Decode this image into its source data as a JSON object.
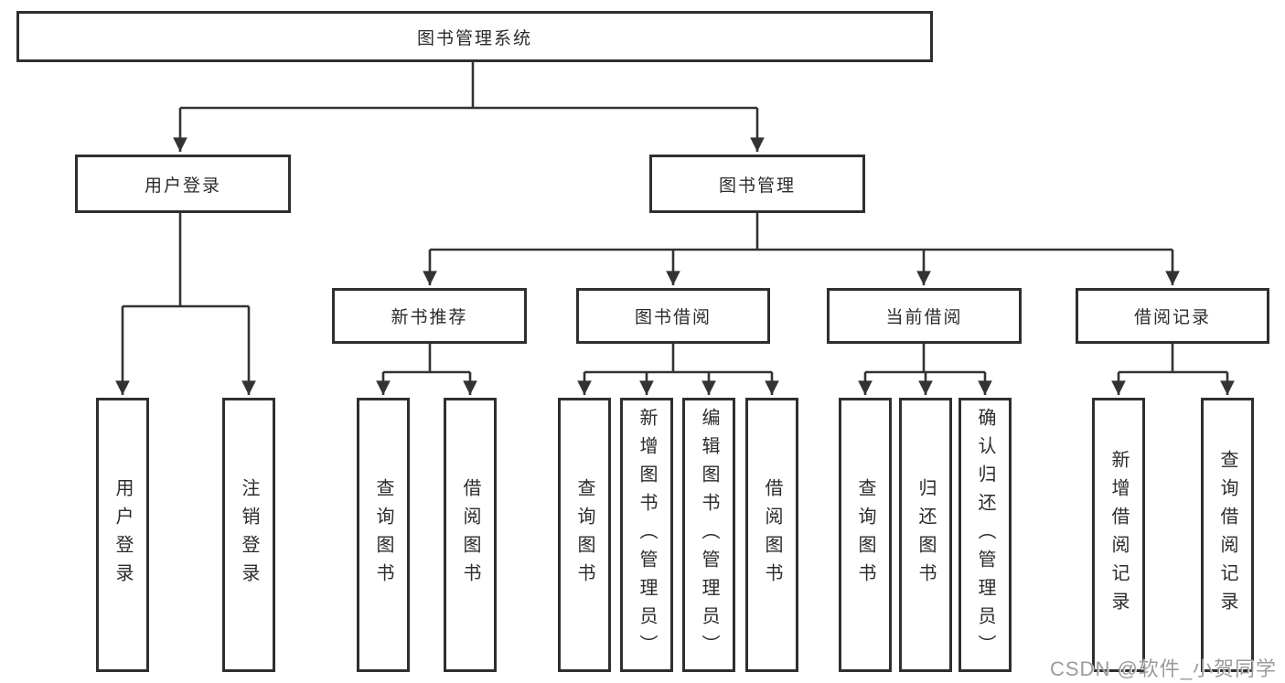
{
  "diagram": {
    "type": "tree",
    "root": {
      "label": "图书管理系统"
    },
    "branches": [
      {
        "label": "用户登录",
        "children": [
          {
            "label": "用户登录"
          },
          {
            "label": "注销登录"
          }
        ]
      },
      {
        "label": "图书管理",
        "children": [
          {
            "label": "新书推荐",
            "children": [
              {
                "label": "查询图书"
              },
              {
                "label": "借阅图书"
              }
            ]
          },
          {
            "label": "图书借阅",
            "children": [
              {
                "label": "查询图书"
              },
              {
                "label": "新增图书（管理员）"
              },
              {
                "label": "编辑图书（管理员）"
              },
              {
                "label": "借阅图书"
              }
            ]
          },
          {
            "label": "当前借阅",
            "children": [
              {
                "label": "查询图书"
              },
              {
                "label": "归还图书"
              },
              {
                "label": "确认归还（管理员）"
              }
            ]
          },
          {
            "label": "借阅记录",
            "children": [
              {
                "label": "新增借阅记录"
              },
              {
                "label": "查询借阅记录"
              }
            ]
          }
        ]
      }
    ]
  },
  "watermark": {
    "text": "CSDN @软件_小贺同学"
  },
  "colors": {
    "line": "#333333",
    "border": "#2f2f2f",
    "text": "#2b2b2b",
    "background": "#ffffff",
    "watermark": "#9b9b9b"
  }
}
